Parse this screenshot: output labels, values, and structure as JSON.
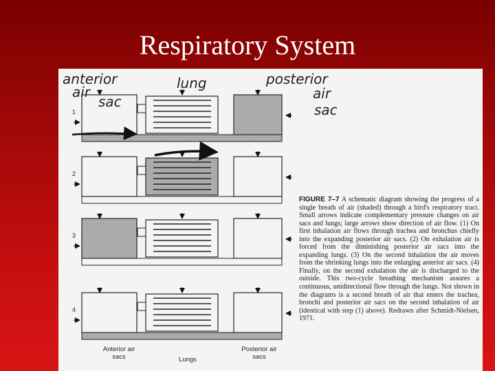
{
  "slide": {
    "title": "Respiratory System"
  },
  "figure": {
    "handwritten": {
      "anterior": "anterior air sac",
      "lung": "lung",
      "posterior": "posterior air sac"
    },
    "step_numbers": [
      "1",
      "2",
      "3",
      "4"
    ],
    "caption_label": "FIGURE 7–7",
    "caption_text": "A schematic diagram showing the progress of a single breath of air (shaded) through a bird's respiratory tract. Small arrows indicate complementary pressure changes on air sacs and lungs; large arrows show direction of air flow. (1) On first inhalation air flows through trachea and bronchus chiefly into the expanding posterior air sacs. (2) On exhalation air is forced from the diminishing posterior air sacs into the expanding lungs. (3) On the second inhalation the air moves from the shrinking lungs into the enlarging anterior air sacs. (4) Finally, on the second exhalation the air is discharged to the outside. This two-cycle breathing mechanism assures a continuous, unidirectional flow through the lungs. Not shown in the diagrams is a second breath of air that enters the trachea, bronchi and posterior air sacs on the second inhalation of air (identical with step (1) above). Redrawn after Schmidt-Nielsen, 1971.",
    "bottom_labels": {
      "anterior": "Anterior air sacs",
      "lungs": "Lungs",
      "posterior": "Posterior air sacs"
    }
  }
}
